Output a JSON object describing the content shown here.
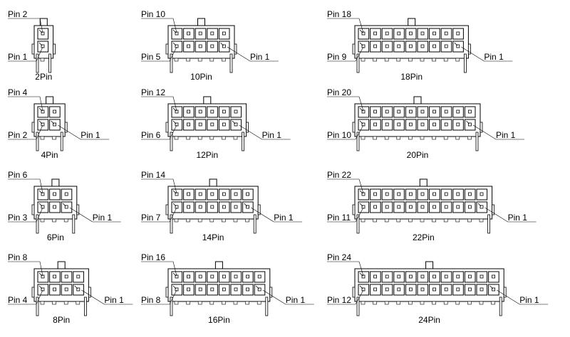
{
  "connectors": [
    {
      "id": "2pin",
      "pins": 2,
      "title": "2Pin",
      "top_left_label": "Pin 2",
      "bottom_left_label": "Pin 1",
      "right_label": ""
    },
    {
      "id": "10pin",
      "pins": 10,
      "title": "10Pin",
      "top_left_label": "Pin 10",
      "bottom_left_label": "Pin 5",
      "right_label": "Pin 1"
    },
    {
      "id": "18pin",
      "pins": 18,
      "title": "18Pin",
      "top_left_label": "Pin 18",
      "bottom_left_label": "Pin 9",
      "right_label": "Pin 1"
    },
    {
      "id": "4pin",
      "pins": 4,
      "title": "4Pin",
      "top_left_label": "Pin 4",
      "bottom_left_label": "Pin 2",
      "right_label": "Pin 1"
    },
    {
      "id": "12pin",
      "pins": 12,
      "title": "12Pin",
      "top_left_label": "Pin 12",
      "bottom_left_label": "Pin 6",
      "right_label": "Pin 1"
    },
    {
      "id": "20pin",
      "pins": 20,
      "title": "20Pin",
      "top_left_label": "Pin 20",
      "bottom_left_label": "Pin 10",
      "right_label": "Pin 1"
    },
    {
      "id": "6pin",
      "pins": 6,
      "title": "6Pin",
      "top_left_label": "Pin 6",
      "bottom_left_label": "Pin 3",
      "right_label": "Pin 1"
    },
    {
      "id": "14pin",
      "pins": 14,
      "title": "14Pin",
      "top_left_label": "Pin 14",
      "bottom_left_label": "Pin 7",
      "right_label": "Pin 1"
    },
    {
      "id": "22pin",
      "pins": 22,
      "title": "22Pin",
      "top_left_label": "Pin 22",
      "bottom_left_label": "Pin 11",
      "right_label": "Pin 1"
    },
    {
      "id": "8pin",
      "pins": 8,
      "title": "8Pin",
      "top_left_label": "Pin 8",
      "bottom_left_label": "Pin 4",
      "right_label": "Pin 1"
    },
    {
      "id": "16pin",
      "pins": 16,
      "title": "16Pin",
      "top_left_label": "Pin 16",
      "bottom_left_label": "Pin 8",
      "right_label": "Pin 1"
    },
    {
      "id": "24pin",
      "pins": 24,
      "title": "24Pin",
      "top_left_label": "Pin 24",
      "bottom_left_label": "Pin 12",
      "right_label": "Pin 1"
    }
  ],
  "colors": {
    "line": "#000000",
    "background": "#ffffff"
  }
}
